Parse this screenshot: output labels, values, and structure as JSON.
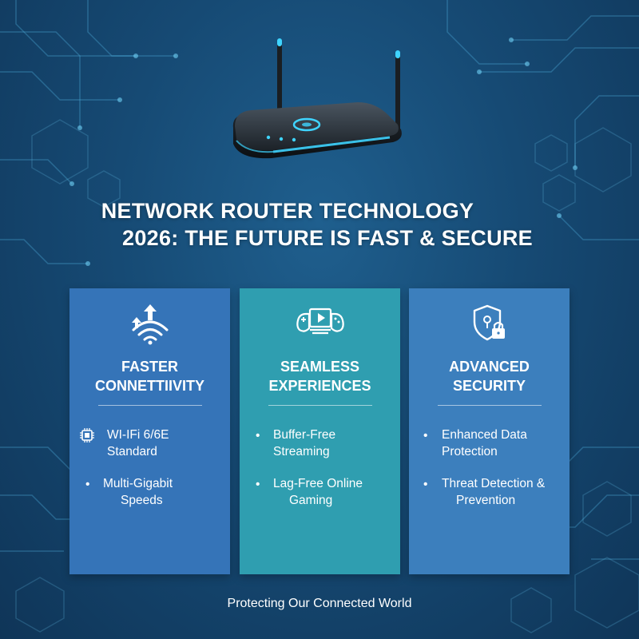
{
  "title": {
    "line1": "NETWORK ROUTER TECHNOLOGY",
    "line2": "2026: THE FUTURE IS FAST & SECURE"
  },
  "cards": [
    {
      "title_line1": "FASTER",
      "title_line2": "CONNETTIIVITY",
      "icon": "wifi-upload-icon",
      "items": [
        {
          "bullet_icon": "chip-icon",
          "line1": "WI-IFi 6/6E",
          "line2": "Standard"
        },
        {
          "bullet_icon": "dot",
          "line1": "Multi-Gigabit",
          "line2": "Speeds"
        }
      ]
    },
    {
      "title_line1": "SEAMLESS",
      "title_line2": "EXPERIENCES",
      "icon": "gaming-video-icon",
      "items": [
        {
          "bullet_icon": "dot",
          "line1": "Buffer-Free",
          "line2": "Streaming"
        },
        {
          "bullet_icon": "dot",
          "line1": "Lag-Free Online",
          "line2": "Gaming"
        }
      ]
    },
    {
      "title_line1": "ADVANCED",
      "title_line2": "SECURITY",
      "icon": "shield-lock-icon",
      "items": [
        {
          "bullet_icon": "dot",
          "line1": "Enhanced Data",
          "line2": "Protection"
        },
        {
          "bullet_icon": "dot",
          "line1": "Threat Detection &",
          "line2": "Prevention"
        }
      ]
    }
  ],
  "footer": "Protecting Our Connected World",
  "colors": {
    "background": "#164a74",
    "card1": "#3574b8",
    "card2": "#2f9eb0",
    "card3": "#3c7fbd",
    "router_glow": "#3fd4ff"
  }
}
